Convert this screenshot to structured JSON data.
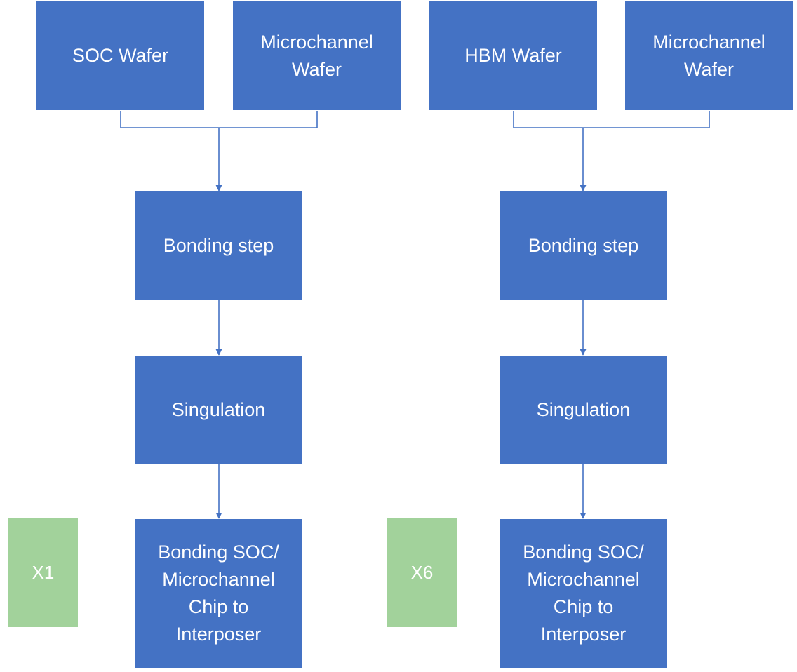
{
  "colors": {
    "box_fill": "#4472c4",
    "tag_fill": "#a2d29b",
    "connector": "#4472c4",
    "text": "#ffffff"
  },
  "left_flow": {
    "input_a": "SOC Wafer",
    "input_b": "Microchannel\nWafer",
    "step_1": "Bonding step",
    "step_2": "Singulation",
    "step_3": "Bonding SOC/\nMicrochannel\nChip to\nInterposer",
    "multiplier": "X1"
  },
  "right_flow": {
    "input_a": "HBM Wafer",
    "input_b": "Microchannel\nWafer",
    "step_1": "Bonding step",
    "step_2": "Singulation",
    "step_3": "Bonding SOC/\nMicrochannel\nChip to\nInterposer",
    "multiplier": "X6"
  }
}
